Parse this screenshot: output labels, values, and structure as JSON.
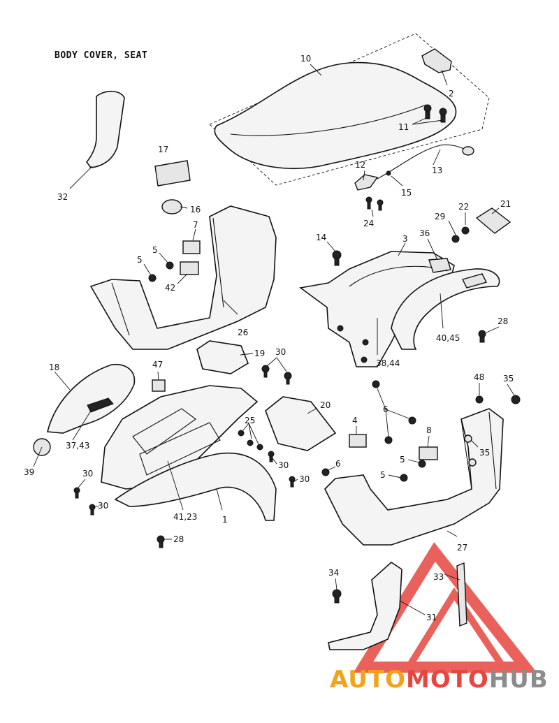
{
  "title": "BODY COVER, SEAT",
  "watermark": {
    "part1": "AUTO",
    "part2": "MOTO",
    "part3": "HUB",
    "color1": "#f2a31c",
    "color2": "#e7463f",
    "color3": "#8c8c8c"
  },
  "labels": {
    "p1": "1",
    "p2": "2",
    "p3": "3",
    "p4": "4",
    "p5a": "5",
    "p5b": "5",
    "p5c": "5",
    "p5d": "5",
    "p6a": "6",
    "p6b": "6",
    "p7": "7",
    "p8": "8",
    "p10": "10",
    "p11": "11",
    "p12": "12",
    "p13": "13",
    "p14": "14",
    "p15": "15",
    "p16": "16",
    "p17": "17",
    "p18": "18",
    "p19": "19",
    "p20": "20",
    "p21": "21",
    "p22": "22",
    "p24": "24",
    "p25": "25",
    "p26": "26",
    "p27": "27",
    "p28a": "28",
    "p28b": "28",
    "p29": "29",
    "p30a": "30",
    "p30b": "30",
    "p30c": "30",
    "p30d": "30",
    "p30e": "30",
    "p31": "31",
    "p32": "32",
    "p33": "33",
    "p34": "34",
    "p35a": "35",
    "p35b": "35",
    "p36": "36",
    "p37_43": "37,43",
    "p38_44": "38,44",
    "p39": "39",
    "p40_45": "40,45",
    "p41_23": "41,23",
    "p42": "42",
    "p47": "47",
    "p48": "48"
  }
}
